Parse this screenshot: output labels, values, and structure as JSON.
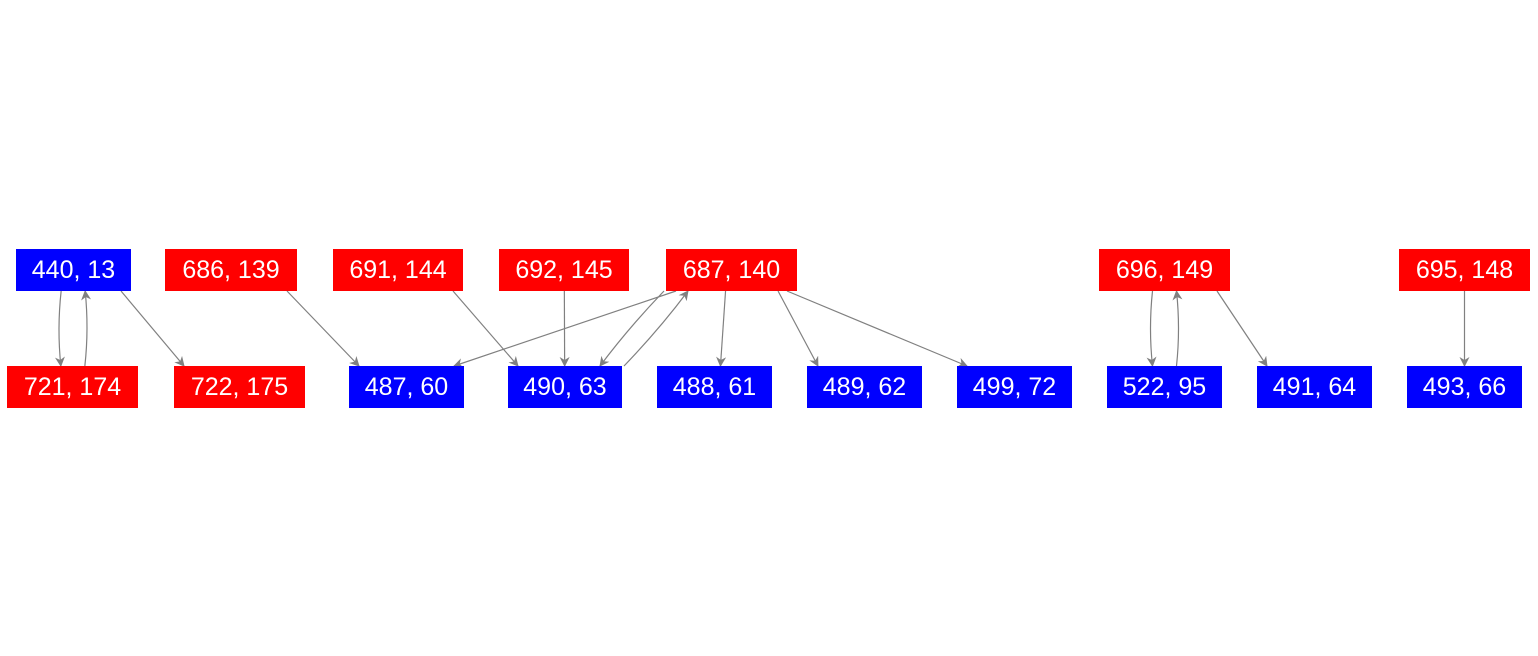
{
  "colors": {
    "red": "#ff0000",
    "blue": "#0000ff",
    "edge": "#808080"
  },
  "nodes": [
    {
      "id": "n440",
      "label": "440, 13",
      "color": "blue"
    },
    {
      "id": "n686",
      "label": "686, 139",
      "color": "red"
    },
    {
      "id": "n691",
      "label": "691, 144",
      "color": "red"
    },
    {
      "id": "n692",
      "label": "692, 145",
      "color": "red"
    },
    {
      "id": "n687",
      "label": "687, 140",
      "color": "red"
    },
    {
      "id": "n696",
      "label": "696, 149",
      "color": "red"
    },
    {
      "id": "n695",
      "label": "695, 148",
      "color": "red"
    },
    {
      "id": "n721",
      "label": "721, 174",
      "color": "red"
    },
    {
      "id": "n722",
      "label": "722, 175",
      "color": "red"
    },
    {
      "id": "n487",
      "label": "487, 60",
      "color": "blue"
    },
    {
      "id": "n490",
      "label": "490, 63",
      "color": "blue"
    },
    {
      "id": "n488",
      "label": "488, 61",
      "color": "blue"
    },
    {
      "id": "n489",
      "label": "489, 62",
      "color": "blue"
    },
    {
      "id": "n499",
      "label": "499, 72",
      "color": "blue"
    },
    {
      "id": "n522",
      "label": "522, 95",
      "color": "blue"
    },
    {
      "id": "n491",
      "label": "491, 64",
      "color": "blue"
    },
    {
      "id": "n493",
      "label": "493, 66",
      "color": "blue"
    }
  ],
  "edges": [
    {
      "from": "n440",
      "to": "n721"
    },
    {
      "from": "n721",
      "to": "n440"
    },
    {
      "from": "n440",
      "to": "n722"
    },
    {
      "from": "n686",
      "to": "n487"
    },
    {
      "from": "n691",
      "to": "n490"
    },
    {
      "from": "n692",
      "to": "n490"
    },
    {
      "from": "n687",
      "to": "n487"
    },
    {
      "from": "n687",
      "to": "n490"
    },
    {
      "from": "n490",
      "to": "n687"
    },
    {
      "from": "n687",
      "to": "n488"
    },
    {
      "from": "n687",
      "to": "n489"
    },
    {
      "from": "n687",
      "to": "n499"
    },
    {
      "from": "n696",
      "to": "n522"
    },
    {
      "from": "n522",
      "to": "n696"
    },
    {
      "from": "n696",
      "to": "n491"
    },
    {
      "from": "n695",
      "to": "n493"
    }
  ]
}
